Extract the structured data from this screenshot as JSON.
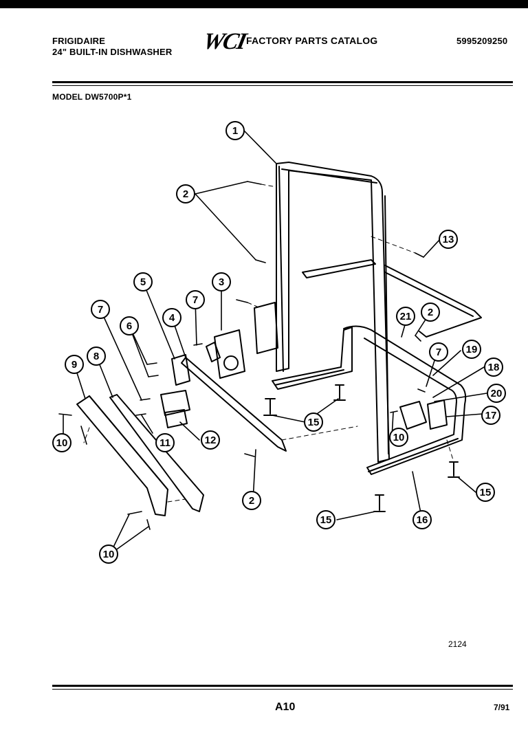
{
  "header": {
    "brand": "FRIGIDAIRE",
    "product": "24\" BUILT-IN DISHWASHER",
    "logo": "WCI",
    "catalog_title": "FACTORY PARTS CATALOG",
    "catalog_number": "5995209250"
  },
  "model_label": "MODEL DW5700P*1",
  "figure_number": "2124",
  "footer": {
    "page": "A10",
    "date": "7/91"
  },
  "callouts": [
    {
      "label": "1"
    },
    {
      "label": "2"
    },
    {
      "label": "2"
    },
    {
      "label": "2"
    },
    {
      "label": "3"
    },
    {
      "label": "4"
    },
    {
      "label": "5"
    },
    {
      "label": "6"
    },
    {
      "label": "7"
    },
    {
      "label": "7"
    },
    {
      "label": "7"
    },
    {
      "label": "8"
    },
    {
      "label": "9"
    },
    {
      "label": "10"
    },
    {
      "label": "10"
    },
    {
      "label": "10"
    },
    {
      "label": "11"
    },
    {
      "label": "12"
    },
    {
      "label": "13"
    },
    {
      "label": "15"
    },
    {
      "label": "15"
    },
    {
      "label": "15"
    },
    {
      "label": "16"
    },
    {
      "label": "17"
    },
    {
      "label": "18"
    },
    {
      "label": "19"
    },
    {
      "label": "20"
    },
    {
      "label": "21"
    }
  ]
}
